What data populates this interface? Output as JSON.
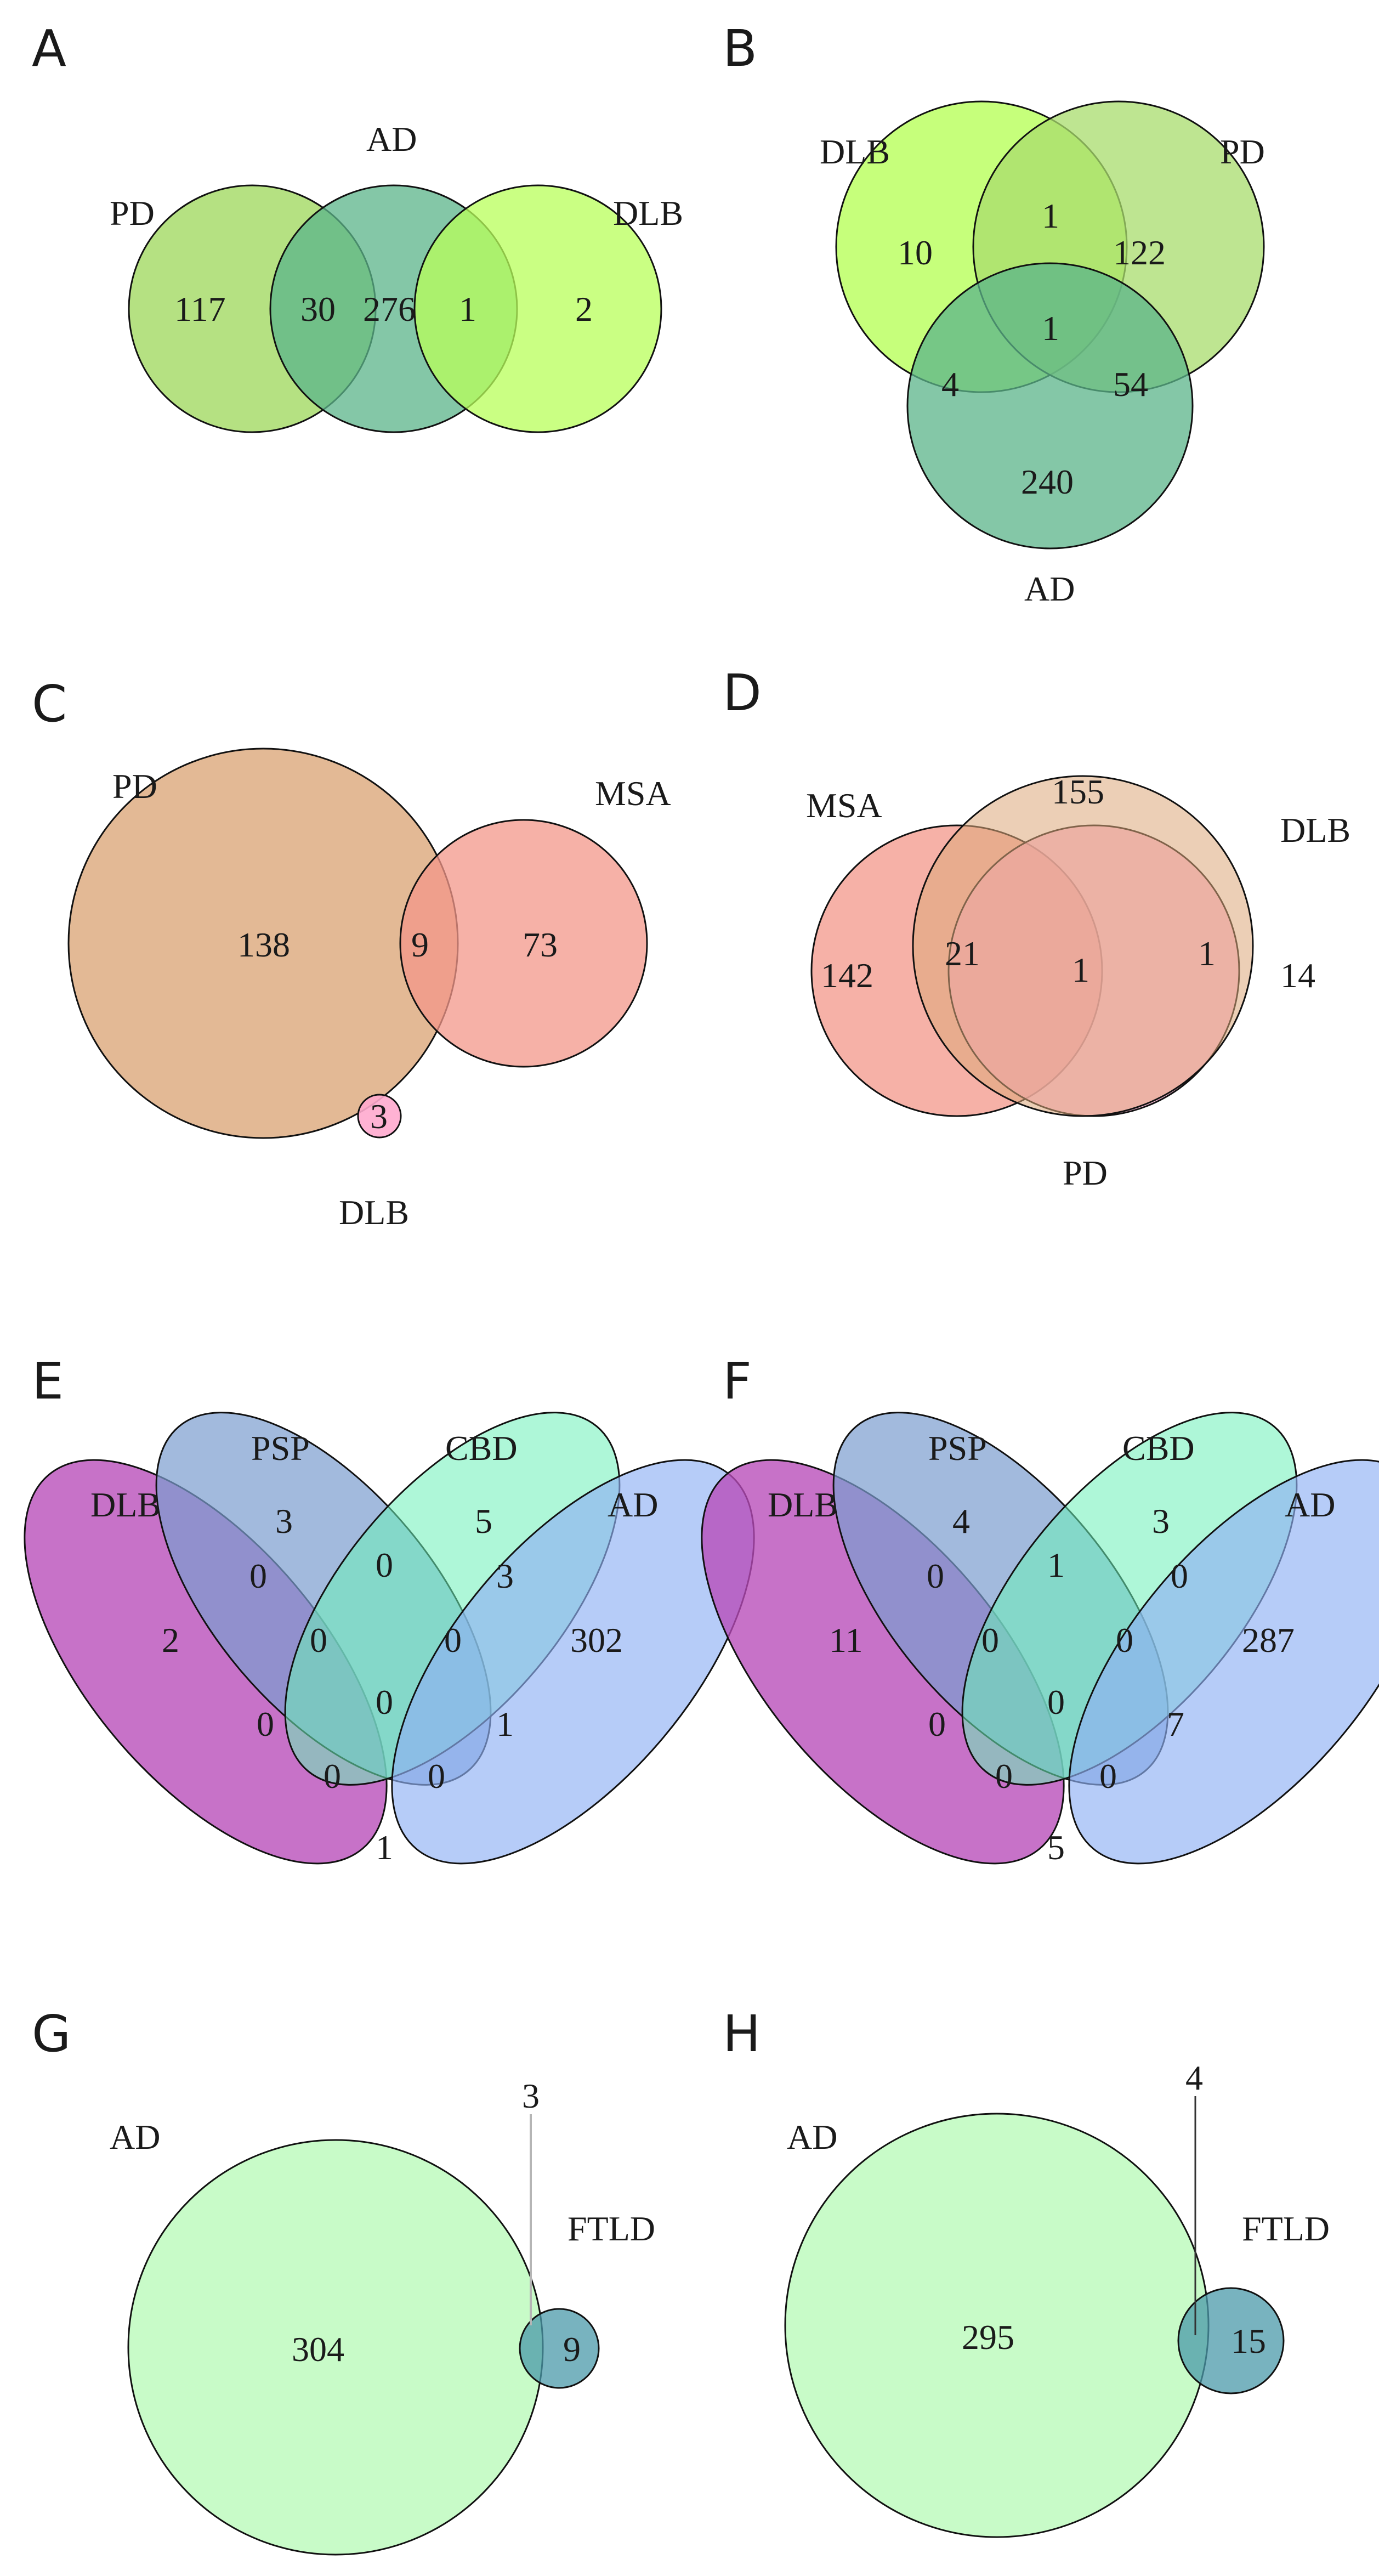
{
  "panels": {
    "A": {
      "letter": "A",
      "labels": {
        "PD": "PD",
        "AD": "AD",
        "DLB": "DLB"
      },
      "counts": {
        "pd_only": "117",
        "pd_ad": "30",
        "ad_only": "276",
        "ad_dlb": "1",
        "dlb_only": "2"
      }
    },
    "B": {
      "letter": "B",
      "labels": {
        "DLB": "DLB",
        "PD": "PD",
        "AD": "AD"
      },
      "counts": {
        "dlb_only": "10",
        "dlb_pd": "1",
        "pd_only": "122",
        "all": "1",
        "dlb_ad": "4",
        "pd_ad": "54",
        "ad_only": "240"
      }
    },
    "C": {
      "letter": "C",
      "labels": {
        "PD": "PD",
        "MSA": "MSA",
        "DLB": "DLB"
      },
      "counts": {
        "pd_only": "138",
        "pd_msa": "9",
        "msa_only": "73",
        "dlb_only": "3"
      }
    },
    "D": {
      "letter": "D",
      "labels": {
        "MSA": "MSA",
        "DLB": "DLB",
        "PD": "PD"
      },
      "counts": {
        "pd_only": "155",
        "msa_only": "142",
        "msa_pd": "21",
        "all": "1",
        "pd_dlb": "1",
        "dlb_only": "14"
      }
    },
    "E": {
      "letter": "E",
      "labels": {
        "DLB": "DLB",
        "PSP": "PSP",
        "CBD": "CBD",
        "AD": "AD"
      },
      "counts": {
        "psp_only": "3",
        "cbd_only": "5",
        "dlb_only": "2",
        "ad_only": "302",
        "dlb_psp": "0",
        "psp_cbd": "0",
        "cbd_ad": "3",
        "dlb_psp_cbd": "0",
        "psp_cbd_ad": "0",
        "all": "0",
        "dlb_cbd": "0",
        "psp_ad": "1",
        "dlb_cbd_ad": "0",
        "dlb_psp_ad": "0",
        "dlb_ad": "1"
      }
    },
    "F": {
      "letter": "F",
      "labels": {
        "DLB": "DLB",
        "PSP": "PSP",
        "CBD": "CBD",
        "AD": "AD"
      },
      "counts": {
        "psp_only": "4",
        "cbd_only": "3",
        "dlb_only": "11",
        "ad_only": "287",
        "dlb_psp": "0",
        "psp_cbd": "1",
        "cbd_ad": "0",
        "dlb_psp_cbd": "0",
        "psp_cbd_ad": "0",
        "all": "0",
        "dlb_cbd": "0",
        "psp_ad": "7",
        "dlb_cbd_ad": "0",
        "dlb_psp_ad": "0",
        "dlb_ad": "5"
      }
    },
    "G": {
      "letter": "G",
      "labels": {
        "AD": "AD",
        "FTLD": "FTLD"
      },
      "counts": {
        "ad_only": "304",
        "overlap": "3",
        "ftld_only": "9"
      }
    },
    "H": {
      "letter": "H",
      "labels": {
        "AD": "AD",
        "FTLD": "FTLD"
      },
      "counts": {
        "ad_only": "295",
        "overlap": "4",
        "ftld_only": "15"
      }
    }
  },
  "colors": {
    "green_light": "#a8dc6c",
    "green_teal": "#5bb48a",
    "green_lime": "#b8ff5a",
    "tan": "#dca87a",
    "salmon": "#f3978a",
    "pink": "#ffaace",
    "purple": "#b74ab8",
    "slate_blue": "#7a9ccf",
    "mint": "#6bf0b8",
    "periwinkle": "#8fb0f5",
    "pale_green": "#c2fbc2",
    "teal_blue": "#4b9aaa"
  }
}
